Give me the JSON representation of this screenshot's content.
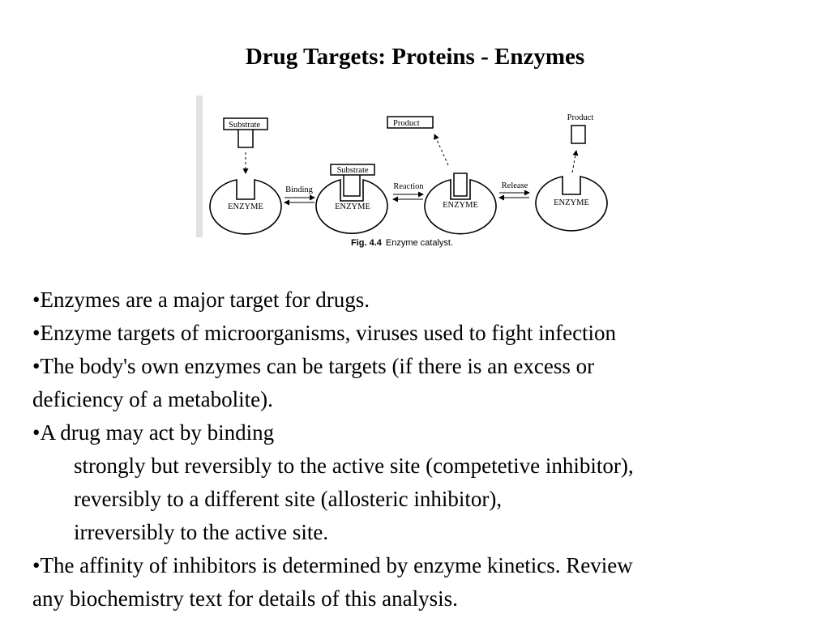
{
  "slide": {
    "title": "Drug Targets: Proteins - Enzymes"
  },
  "figure": {
    "labels": {
      "substrate": "Substrate",
      "substrate_bound": "Substrate",
      "product_1": "Product",
      "product_2": "Product",
      "enzyme_1": "ENZYME",
      "enzyme_2": "ENZYME",
      "enzyme_3": "ENZYME",
      "enzyme_4": "ENZYME",
      "binding": "Binding",
      "reaction": "Reaction",
      "release": "Release"
    },
    "caption_prefix": "Fig. 4.4",
    "caption_text": "Enzyme catalyst."
  },
  "bullets": {
    "line1": "•Enzymes are a major target for drugs.",
    "line2": "•Enzyme targets of microorganisms, viruses used to fight infection",
    "line3": "•The body's own enzymes can be targets (if there is an excess or",
    "line4": "deficiency of a metabolite).",
    "line5": "•A drug may act by binding",
    "line6": "strongly but reversibly to the active site (competetive inhibitor),",
    "line7": "reversibly to a different site (allosteric inhibitor),",
    "line8": "irreversibly to the active site.",
    "line9": "•The affinity of inhibitors is determined by enzyme kinetics. Review",
    "line10": "any biochemistry text for details of this analysis."
  }
}
